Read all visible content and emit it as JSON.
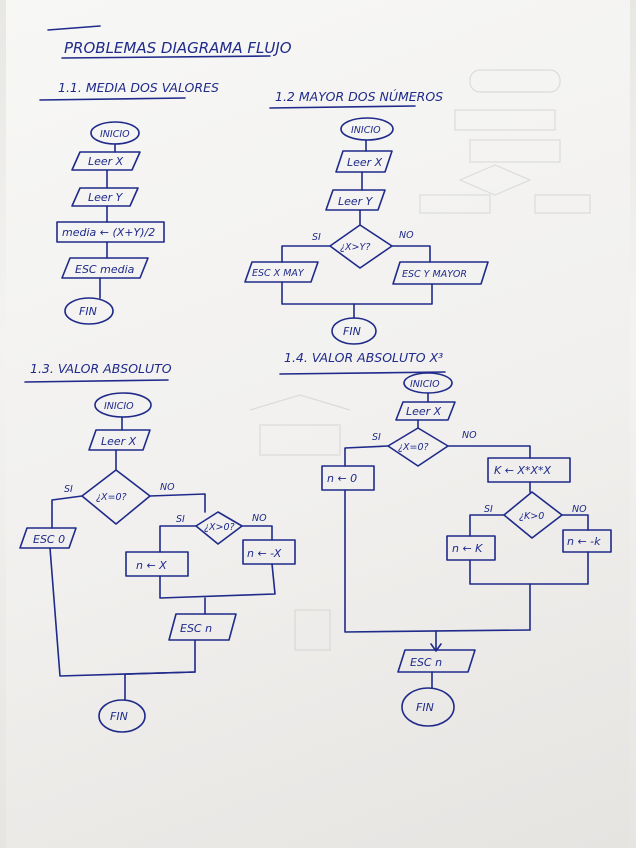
{
  "title": "PROBLEMAS DIAGRAMA FLUJO",
  "sections": {
    "s1": {
      "heading": "1.1. MEDIA DOS VALORES",
      "start": "INICIO",
      "in1": "Leer X",
      "in2": "Leer Y",
      "calc": "media ← (X+Y)/2",
      "out": "ESC media",
      "end": "FIN"
    },
    "s2": {
      "heading": "1.2 MAYOR DOS NÚMEROS",
      "start": "INICIO",
      "in1": "Leer X",
      "in2": "Leer Y",
      "cond": "¿X>Y?",
      "yes": "SI",
      "no": "NO",
      "out_yes": "ESC X MAY",
      "out_no": "ESC Y MAYOR",
      "end": "FIN"
    },
    "s3": {
      "heading": "1.3. VALOR ABSOLUTO",
      "start": "INICIO",
      "in1": "Leer X",
      "cond1": "¿X=0?",
      "yes1": "SI",
      "no1": "NO",
      "out0": "ESC 0",
      "cond2": "¿X>0?",
      "yes2": "SI",
      "no2": "NO",
      "assign_pos": "n ← X",
      "assign_neg": "n ← -X",
      "out": "ESC n",
      "end": "FIN"
    },
    "s4": {
      "heading": "1.4. VALOR ABSOLUTO X³",
      "start": "INICIO",
      "in1": "Leer X",
      "cond1": "¿X=0?",
      "yes1": "SI",
      "no1": "NO",
      "assign0": "n ← 0",
      "calc": "K ← X*X*X",
      "cond2": "¿K>0",
      "yes2": "SI",
      "no2": "NO",
      "assign_pos": "n ← K",
      "assign_neg": "n ← -k",
      "out": "ESC n",
      "end": "FIN"
    }
  },
  "colors": {
    "ink": "#1f2a8a",
    "paper": "#f4f3f1"
  }
}
